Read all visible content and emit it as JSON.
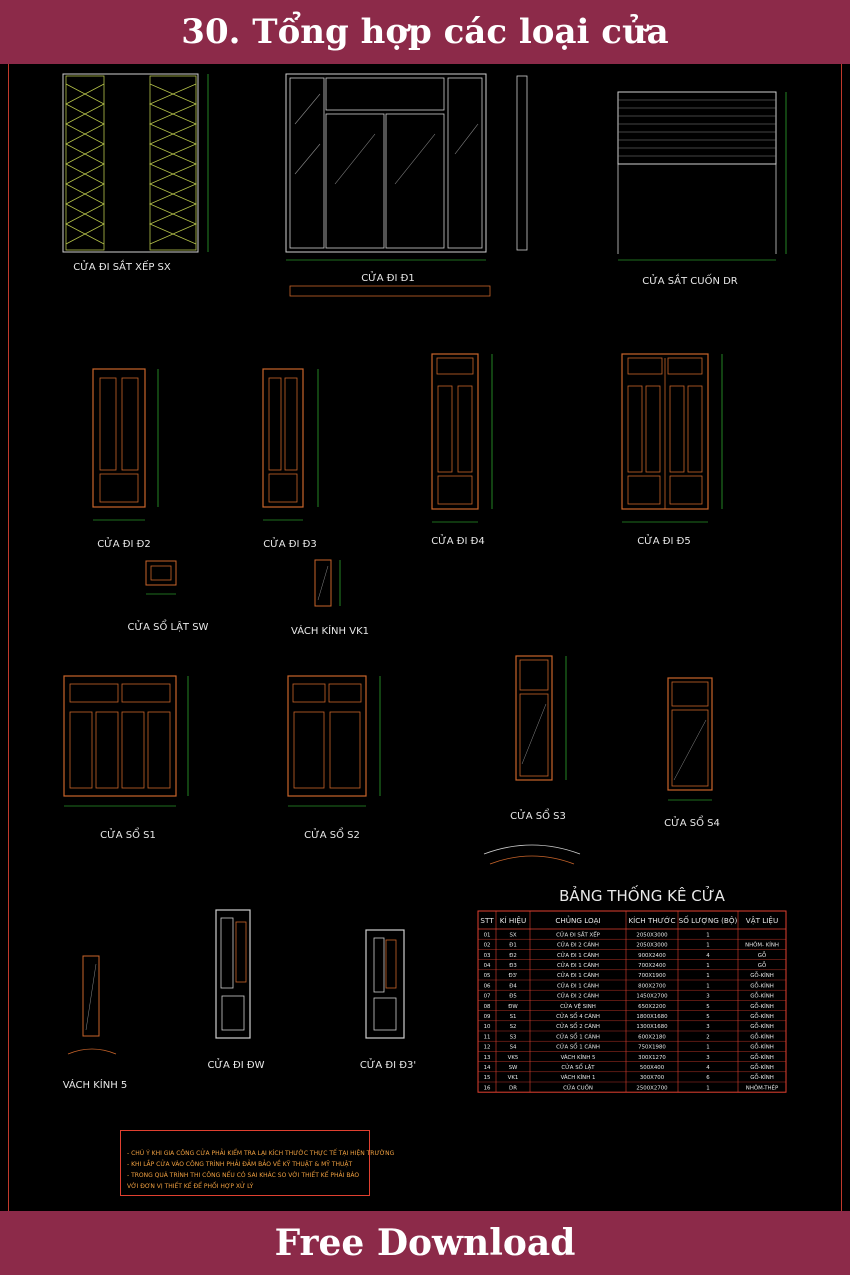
{
  "header": {
    "title": "30. Tổng hợp các loại cửa"
  },
  "footer": {
    "label": "Free Download"
  },
  "drawings": {
    "sx": "CỬA ĐI SẮT XẾP SX",
    "d1": "CỬA ĐI Đ1",
    "dr": "CỬA SẮT CUỐN DR",
    "d2": "CỬA ĐI Đ2",
    "d3": "CỬA ĐI Đ3",
    "d4": "CỬA ĐI Đ4",
    "d5": "CỬA ĐI Đ5",
    "sw": "CỬA SỔ LẬT SW",
    "vk1": "VÁCH KÍNH VK1",
    "s1": "CỬA SỔ S1",
    "s2": "CỬA SỔ S2",
    "s3": "CỬA SỔ S3",
    "s4": "CỬA SỔ S4",
    "vk5": "VÁCH KÍNH 5",
    "dw": "CỬA ĐI ĐW",
    "d3p": "CỬA ĐI Đ3'"
  },
  "table": {
    "title": "BẢNG THỐNG KÊ CỬA",
    "headers": [
      "STT",
      "KÍ HIỆU",
      "CHỦNG LOẠI",
      "KÍCH THƯỚC",
      "SỐ LƯỢNG (BỘ)",
      "VẬT LIỆU"
    ],
    "rows": [
      [
        "01",
        "SX",
        "CỬA ĐI SẮT XẾP",
        "2050X3000",
        "1",
        ""
      ],
      [
        "02",
        "Đ1",
        "CỬA ĐI 2 CÁNH",
        "2050X3000",
        "1",
        "NHÔM- KÍNH"
      ],
      [
        "03",
        "Đ2",
        "CỬA ĐI 1 CÁNH",
        "900X2400",
        "4",
        "GỖ"
      ],
      [
        "04",
        "Đ3",
        "CỬA ĐI 1 CÁNH",
        "700X2400",
        "1",
        "GỖ"
      ],
      [
        "05",
        "Đ3'",
        "CỬA ĐI 1 CÁNH",
        "700X1900",
        "1",
        "GỖ-KÍNH"
      ],
      [
        "06",
        "Đ4",
        "CỬA ĐI 1 CÁNH",
        "800X2700",
        "1",
        "GỖ-KÍNH"
      ],
      [
        "07",
        "Đ5",
        "CỬA ĐI 2 CÁNH",
        "1450X2700",
        "3",
        "GỖ-KÍNH"
      ],
      [
        "08",
        "ĐW",
        "CỬA VỆ SINH",
        "650X2200",
        "5",
        "GỖ-KÍNH"
      ],
      [
        "09",
        "S1",
        "CỬA SỔ 4 CÁNH",
        "1800X1680",
        "5",
        "GỖ-KÍNH"
      ],
      [
        "10",
        "S2",
        "CỬA SỔ 2 CÁNH",
        "1300X1680",
        "3",
        "GỖ-KÍNH"
      ],
      [
        "11",
        "S3",
        "CỬA SỔ 1 CÁNH",
        "600X2180",
        "2",
        "GỖ-KÍNH"
      ],
      [
        "12",
        "S4",
        "CỬA SỔ 1 CÁNH",
        "750X1980",
        "1",
        "GỖ-KÍNH"
      ],
      [
        "13",
        "VK5",
        "VÁCH KÍNH 5",
        "300X1270",
        "3",
        "GỖ-KÍNH"
      ],
      [
        "14",
        "SW",
        "CỬA SỔ LẬT",
        "500X400",
        "4",
        "GỖ-KÍNH"
      ],
      [
        "15",
        "VK1",
        "VÁCH KÍNH 1",
        "300X700",
        "6",
        "GỖ-KÍNH"
      ],
      [
        "16",
        "DR",
        "CỬA CUỐN",
        "2500X2700",
        "1",
        "NHÔM-THÉP"
      ]
    ]
  },
  "notes": [
    "- CHÚ Ý KHI GIA CÔNG CỬA PHẢI KIỂM TRA LẠI KÍCH THƯỚC THỰC TẾ TẠI HIỆN TRƯỜNG",
    "- KHI LẮP CỬA VÀO CÔNG TRÌNH PHẢI ĐẢM BẢO VỀ KỸ THUẬT & MỸ THUẬT",
    "- TRONG QUÁ TRÌNH THI CÔNG NẾU CÓ SAI KHÁC SO VỚI THIẾT KẾ PHẢI BÁO",
    "VỚI ĐƠN VỊ THIẾT KẾ ĐỂ PHỐI HỢP XỬ LÝ"
  ],
  "colors": {
    "banner": "#8c2a49",
    "background": "#000000",
    "frame": "#c8642a",
    "dimension": "#3ddc3d",
    "hatch": "#8a8a8a",
    "table_border": "#e04030"
  }
}
